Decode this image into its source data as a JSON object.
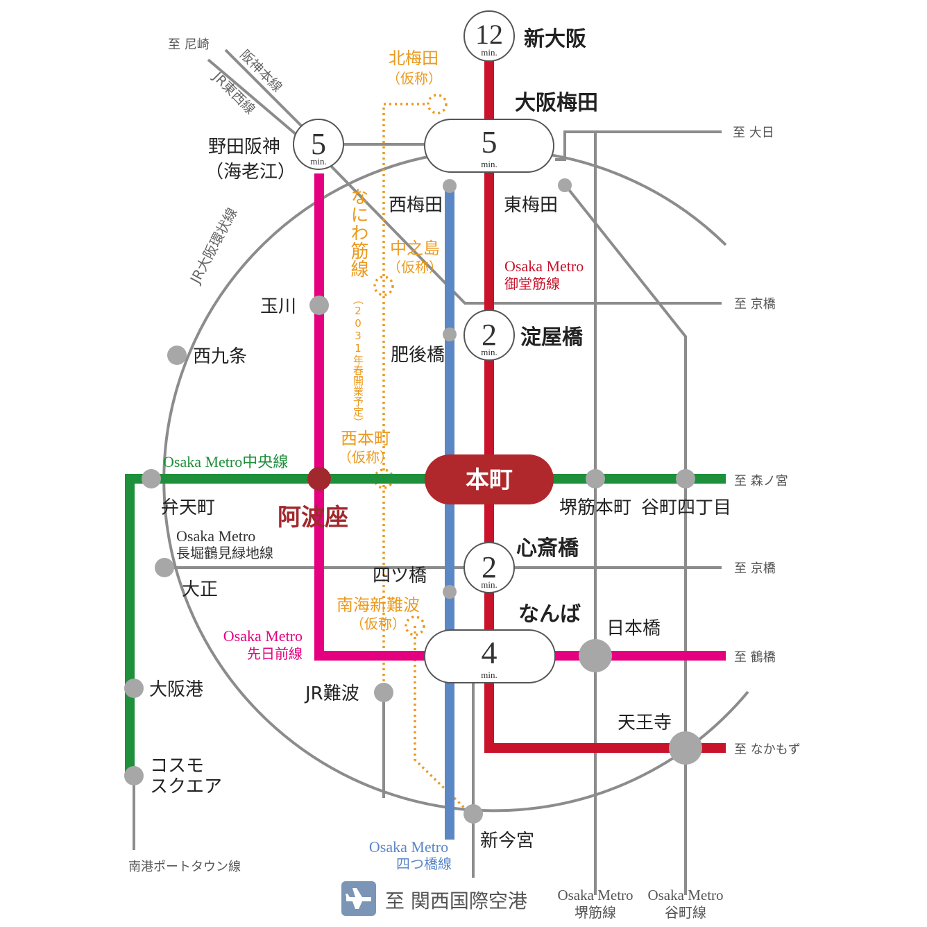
{
  "colors": {
    "midosuji": "#c8132b",
    "yotsubashi": "#5b87c5",
    "chuo": "#1e8f3a",
    "sennichimae": "#e4007f",
    "naniwasuji": "#ec9a1e",
    "jr": "#8c8c8c",
    "hommachi": "#b0272c",
    "awaza": "#a1282d"
  },
  "badges": {
    "shin_osaka": {
      "num": "12",
      "unit": "min."
    },
    "umeda": {
      "num": "5",
      "unit": "min."
    },
    "noda": {
      "num": "5",
      "unit": "min."
    },
    "yodoyabashi": {
      "num": "2",
      "unit": "min."
    },
    "shinsaibashi": {
      "num": "2",
      "unit": "min."
    },
    "namba": {
      "num": "4",
      "unit": "min."
    }
  },
  "stations": {
    "shin_osaka": "新大阪",
    "osaka_umeda": "大阪梅田",
    "noda_line1": "野田阪神",
    "noda_line2": "（海老江）",
    "nishi_umeda": "西梅田",
    "higashi_umeda": "東梅田",
    "yodoyabashi": "淀屋橋",
    "higobashi": "肥後橋",
    "tamagawa": "玉川",
    "nishikujo": "西九条",
    "hommachi": "本町",
    "bentencho": "弁天町",
    "awaza": "阿波座",
    "sakaisuji_hommachi": "堺筋本町",
    "tanimachi_4": "谷町四丁目",
    "shinsaibashi": "心斎橋",
    "yotsubashi": "四ツ橋",
    "taisho": "大正",
    "namba": "なんば",
    "nipponbashi": "日本橋",
    "jr_namba": "JR難波",
    "osakako": "大阪港",
    "tennoji": "天王寺",
    "cosmo_line1": "コスモ",
    "cosmo_line2": "スクエア",
    "shin_imamiya": "新今宮"
  },
  "planned": {
    "kita_umeda": "北梅田",
    "kita_umeda_note": "（仮称）",
    "nakanoshima": "中之島",
    "nakanoshima_note": "（仮称）",
    "nishi_hommachi": "西本町",
    "nishi_hommachi_note": "（仮称）",
    "nankai_shin_namba": "南海新難波",
    "nankai_shin_namba_note": "（仮称）",
    "naniwasuji_name": "なにわ筋線",
    "naniwasuji_note": "（2031年春開業予定）"
  },
  "lines": {
    "midosuji_en": "Osaka Metro",
    "midosuji_jp": "御堂筋線",
    "chuo": "Osaka Metro中央線",
    "nagahori_en": "Osaka Metro",
    "nagahori_jp": "長堀鶴見緑地線",
    "sennichimae_en": "Osaka Metro",
    "sennichimae_jp": "先日前線",
    "yotsubashi_en": "Osaka Metro",
    "yotsubashi_jp": "四つ橋線",
    "sakaisuji_en": "Osaka Metro",
    "sakaisuji_jp": "堺筋線",
    "tanimachi_en": "Osaka Metro",
    "tanimachi_jp": "谷町線",
    "jr_loop": "JR大阪環状線",
    "hanshin": "阪神本線",
    "jr_tozai": "JR東西線",
    "nankou": "南港ポートタウン線"
  },
  "directions": {
    "amagasaki": "至 尼崎",
    "dainichi": "至 大日",
    "kyobashi_1": "至 京橋",
    "morinomiya": "至 森ノ宮",
    "kyobashi_2": "至 京橋",
    "tsuruhashi": "至 鶴橋",
    "nakamozu": "至 なかもず",
    "kansai_airport": "至 関西国際空港"
  },
  "icons": {
    "airport": "airplane-icon"
  }
}
